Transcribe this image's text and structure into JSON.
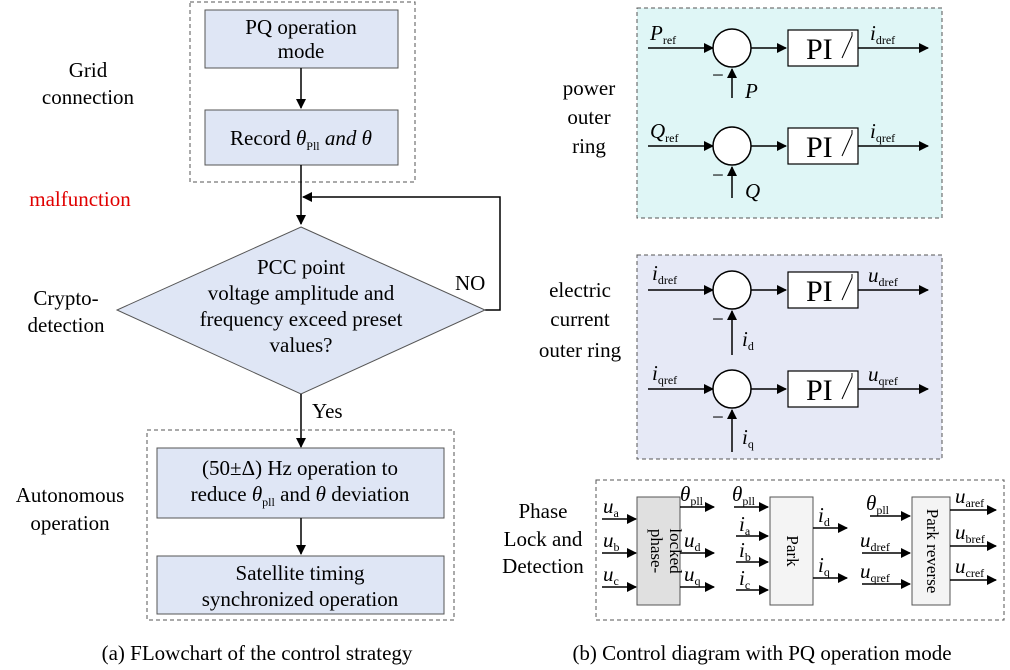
{
  "flowchart": {
    "stages": {
      "grid_line1": "Grid",
      "grid_line2": "connection",
      "malfunction": "malfunction",
      "crypto_line1": "Crypto-",
      "crypto_line2": "detection",
      "auto_line1": "Autonomous",
      "auto_line2": "operation"
    },
    "boxes": {
      "pq_line1": "PQ operation",
      "pq_line2": "mode",
      "record_prefix": "Record ",
      "record_theta": "θ",
      "record_sub": "Pll",
      "record_mid": " and ",
      "record_theta2": "θ",
      "decision_line1": "PCC point",
      "decision_line2": "voltage amplitude and",
      "decision_line3": "frequency exceed preset",
      "decision_line4": "values?",
      "no_label": "NO",
      "yes_label": "Yes",
      "hz_line1": "(50±Δ) Hz operation to",
      "hz_line2_pre": "reduce ",
      "hz_line2_theta": "θ",
      "hz_line2_sub": "pll",
      "hz_line2_mid": " and ",
      "hz_line2_theta2": "θ",
      "hz_line2_post": " deviation",
      "sat_line1": "Satellite timing",
      "sat_line2": "synchronized operation"
    },
    "caption": "(a) FLowchart of the control strategy"
  },
  "control": {
    "power_label": [
      "power",
      "outer",
      "ring"
    ],
    "current_label": [
      "electric",
      "current",
      "outer ring"
    ],
    "pll_label": [
      "Phase",
      "Lock and",
      "Detection"
    ],
    "pi": "PI",
    "minus": "−",
    "power": {
      "p_ref": "P",
      "p_ref_sub": "ref",
      "p_fb": "P",
      "id_out": "i",
      "id_out_sub": "dref",
      "q_ref": "Q",
      "q_ref_sub": "ref",
      "q_fb": "Q",
      "iq_out": "i",
      "iq_out_sub": "qref"
    },
    "current": {
      "id_in": "i",
      "id_in_sub": "dref",
      "id_fb": "i",
      "id_fb_sub": "d",
      "ud_out": "u",
      "ud_out_sub": "dref",
      "iq_in": "i",
      "iq_in_sub": "qref",
      "iq_fb": "i",
      "iq_fb_sub": "q",
      "uq_out": "u",
      "uq_out_sub": "qref"
    },
    "pll": {
      "block1": [
        "phase-",
        "locked"
      ],
      "block2": "Park",
      "block3": "Park reverse",
      "u": "u",
      "i": "i",
      "theta": "θ",
      "a": "a",
      "b": "b",
      "c": "c",
      "d": "d",
      "q": "q",
      "pll": "pll",
      "dref": "dref",
      "qref": "qref",
      "aref": "aref",
      "bref": "bref",
      "cref": "cref"
    },
    "caption": "(b) Control diagram with PQ operation mode"
  },
  "colors": {
    "box_fill": "#dfe6f5",
    "power_fill": "#dff6f6",
    "current_fill": "#e6e9f6",
    "gray_block": "#e0e0e0",
    "light_block": "#f4f4f4",
    "accent_red": "#e00000"
  }
}
